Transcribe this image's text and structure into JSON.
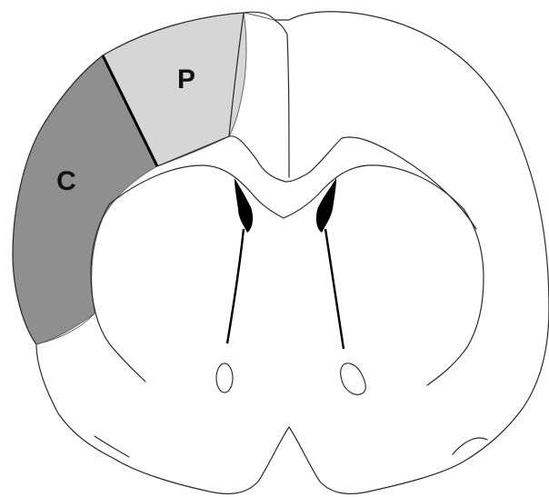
{
  "regions": [
    {
      "id": "P",
      "label": "P",
      "color": "#d6d6d6"
    },
    {
      "id": "C",
      "label": "C",
      "color": "#8f8f8f"
    }
  ],
  "colors": {
    "outline": "#2a2a2a",
    "ventricle": "#000000",
    "background": "#ffffff"
  }
}
